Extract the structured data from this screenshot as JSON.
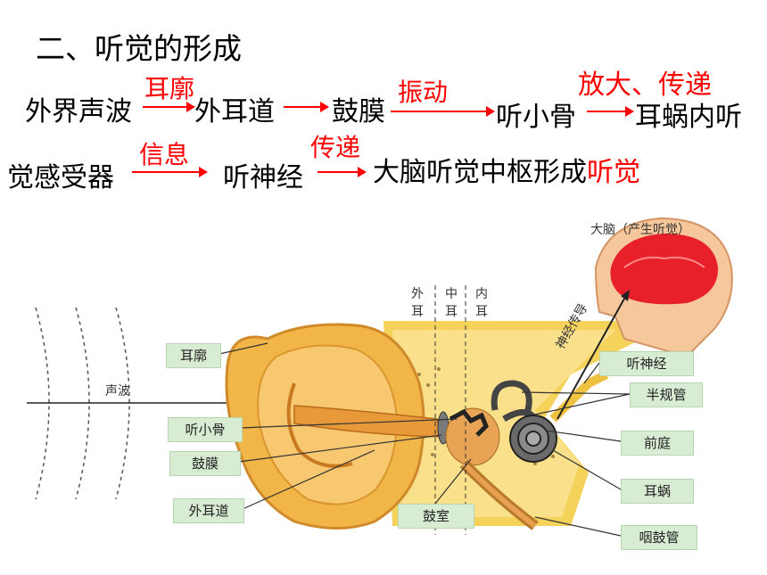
{
  "title": "二、听觉的形成",
  "flow": {
    "r1_n1": "外界声波",
    "r1_a1": "耳廓",
    "r1_n2": "外耳道",
    "r1_n3": "鼓膜",
    "r1_a3": "振动",
    "r1_n4": "听小骨",
    "r1_a4": "放大、传递",
    "r1_n5": "耳蜗内听",
    "r2_n1": "觉感受器",
    "r2_a1": "信息",
    "r2_n2": "听神经",
    "r2_a2": "传递",
    "r2_n3": "大脑听觉中枢形成",
    "r2_n3_red": "听觉"
  },
  "diagram": {
    "brain": "大脑（产生听觉）",
    "nerve_path": "神经传导",
    "outer_ear": "外\n耳",
    "middle_ear": "中\n耳",
    "inner_ear": "内\n耳",
    "sound_wave": "声波",
    "labels": {
      "pinna": "耳廓",
      "ossicles": "听小骨",
      "eardrum": "鼓膜",
      "canal": "外耳道",
      "tympanic": "鼓室",
      "auditory_nerve": "听神经",
      "canals": "半规管",
      "vestibule": "前庭",
      "cochlea": "耳蜗",
      "eustachian": "咽鼓管"
    }
  },
  "colors": {
    "accent": "#ff0000",
    "label_bg": "#d7ecd2",
    "ear": "#f2b548",
    "brain": "#e8202a"
  }
}
